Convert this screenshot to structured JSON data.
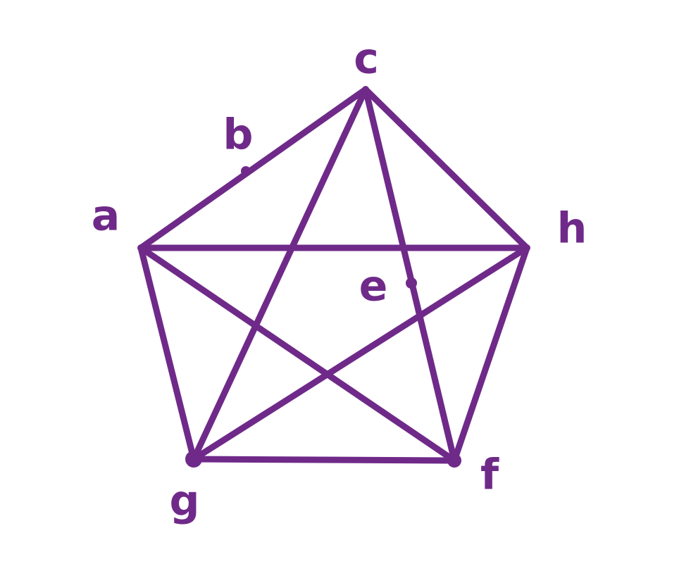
{
  "graph": {
    "color": "#6f2a89",
    "vertices": [
      {
        "id": "a",
        "label": "a"
      },
      {
        "id": "b",
        "label": "b"
      },
      {
        "id": "c",
        "label": "c"
      },
      {
        "id": "e",
        "label": "e"
      },
      {
        "id": "f",
        "label": "f"
      },
      {
        "id": "g",
        "label": "g"
      },
      {
        "id": "h",
        "label": "h"
      }
    ],
    "edges": [
      [
        "a",
        "c"
      ],
      [
        "c",
        "h"
      ],
      [
        "a",
        "h"
      ],
      [
        "a",
        "g"
      ],
      [
        "a",
        "f"
      ],
      [
        "c",
        "g"
      ],
      [
        "c",
        "f"
      ],
      [
        "h",
        "g"
      ],
      [
        "h",
        "f"
      ],
      [
        "g",
        "f"
      ]
    ]
  }
}
